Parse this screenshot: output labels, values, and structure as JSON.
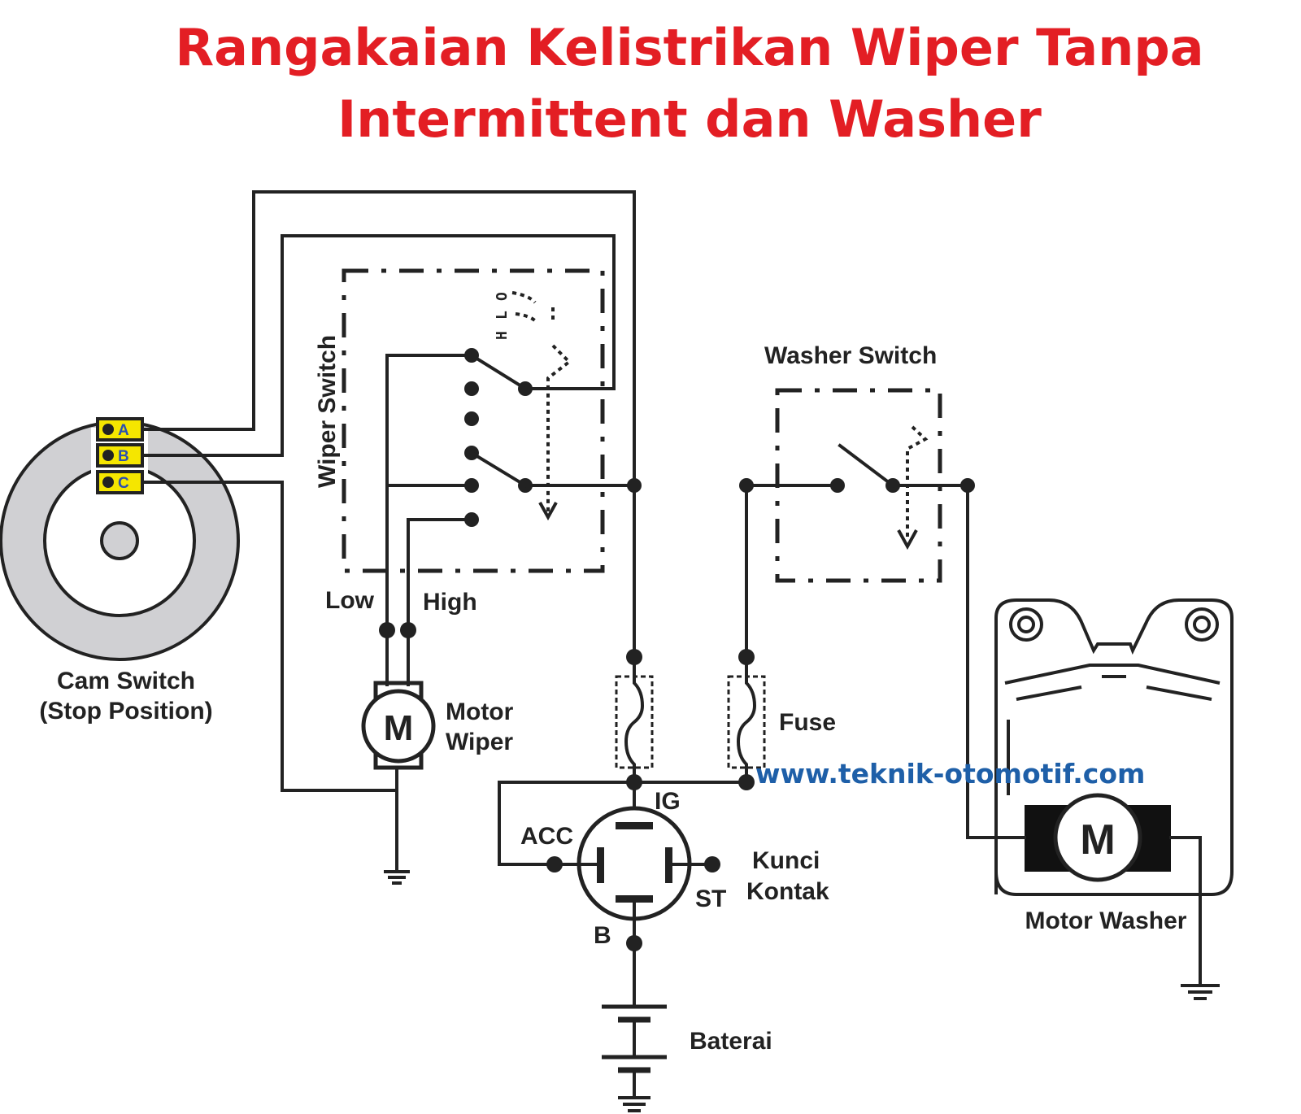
{
  "title": {
    "line1": "Rangakaian Kelistrikan Wiper Tanpa",
    "line2": "Intermittent dan Washer"
  },
  "cam_switch": {
    "label_line1": "Cam Switch",
    "label_line2": "(Stop Position)",
    "terminals": [
      "A",
      "B",
      "C"
    ],
    "terminal_color": "#f5e600",
    "disc_color": "#d0d0d3"
  },
  "wiper_switch": {
    "label": "Wiper Switch",
    "positions": [
      "H",
      "L",
      "O"
    ]
  },
  "wiper_motor": {
    "symbol": "M",
    "label_line1": "Motor",
    "label_line2": "Wiper",
    "low_label": "Low",
    "high_label": "High"
  },
  "washer_switch": {
    "label": "Washer Switch"
  },
  "fuse": {
    "label": "Fuse"
  },
  "ignition": {
    "label_line1": "Kunci",
    "label_line2": "Kontak",
    "terminals": {
      "ig": "IG",
      "acc": "ACC",
      "st": "ST",
      "b": "B"
    }
  },
  "battery": {
    "label": "Baterai"
  },
  "washer_motor": {
    "symbol": "M",
    "label": "Motor Washer"
  },
  "watermark": "www.teknik-otomotif.com",
  "colors": {
    "title": "#e31e24",
    "watermark": "#1e5fa8",
    "line": "#222222"
  }
}
